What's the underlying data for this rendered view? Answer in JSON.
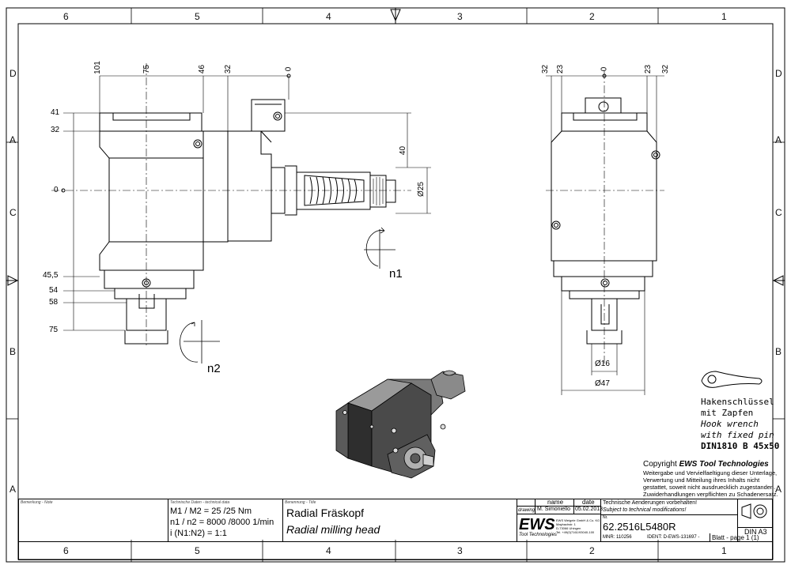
{
  "zones_cols": [
    "6",
    "5",
    "4",
    "3",
    "2",
    "1"
  ],
  "zones_rows": [
    "D",
    "C",
    "B",
    "A"
  ],
  "dims_left_top": [
    "101",
    "75",
    "46",
    "32",
    "0"
  ],
  "dims_left_side": [
    "41",
    "32",
    "0",
    "45,5",
    "54",
    "58",
    "75"
  ],
  "dims_left_right": [
    "40",
    "Ø25"
  ],
  "dims_right_top": [
    "32",
    "23",
    "0",
    "23",
    "32"
  ],
  "dims_right_bottom": [
    "Ø16",
    "Ø47"
  ],
  "labels": {
    "n1": "n1",
    "n2": "n2"
  },
  "wrench": {
    "de1": "Hakenschlüssel",
    "de2": "mit Zapfen",
    "en1": "Hook wrench",
    "en2": "with fixed pin",
    "din": "DIN1810 B 45x50"
  },
  "copyright": {
    "prefix": "Copyright ",
    "brand": "EWS Tool Technologies",
    "lines": [
      "Weitergabe und Vervielfaeltigung dieser Unterlage,",
      "Verwertung und Mitteilung ihres Inhalts nicht",
      "gestattet, soweit nicht ausdruecklich zugestanden.",
      "Zuwiderhandlungen verpflichten zu Schadenersatz."
    ]
  },
  "title_block": {
    "remarks_label": "Bemerkung - Note",
    "tech_label": "Technische Daten - technical data",
    "tech_line1": "M1 / M2 = 25 /25 Nm",
    "tech_line2": "n1 / n2 = 8000 /8000 1/min",
    "tech_line3": "i (N1:N2) = 1:1",
    "name_label": "Benennung - Title",
    "title_de": "Radial Fräskopf",
    "title_en": "Radial milling head",
    "col_name": "name",
    "col_date": "date",
    "row_drawing": "drawing",
    "drawer": "M. Simoniello",
    "draw_date": "05.02.2013",
    "ews_logo": "EWS",
    "ews_sub": "Tool Technologies",
    "ews_addr1": "EWS Weigele GmbH & Co. KG",
    "ews_addr2": "Maybachstr. 1",
    "ews_addr3": "D-73066 Uhingen",
    "ews_addr4": "Tel. +49(0)7161/93040-100",
    "mnr": "MNR: 110256",
    "ident": "IDENT: D-EWS-131697 -",
    "change_de": "Technische Aenderungen vorbehalten!",
    "change_en": "Subject to technical modifications!",
    "nr_label": "Nr.",
    "part_no": "62.2516L5480R",
    "sheet": "Blatt - page 1 (1)",
    "format": "DIN A3"
  }
}
